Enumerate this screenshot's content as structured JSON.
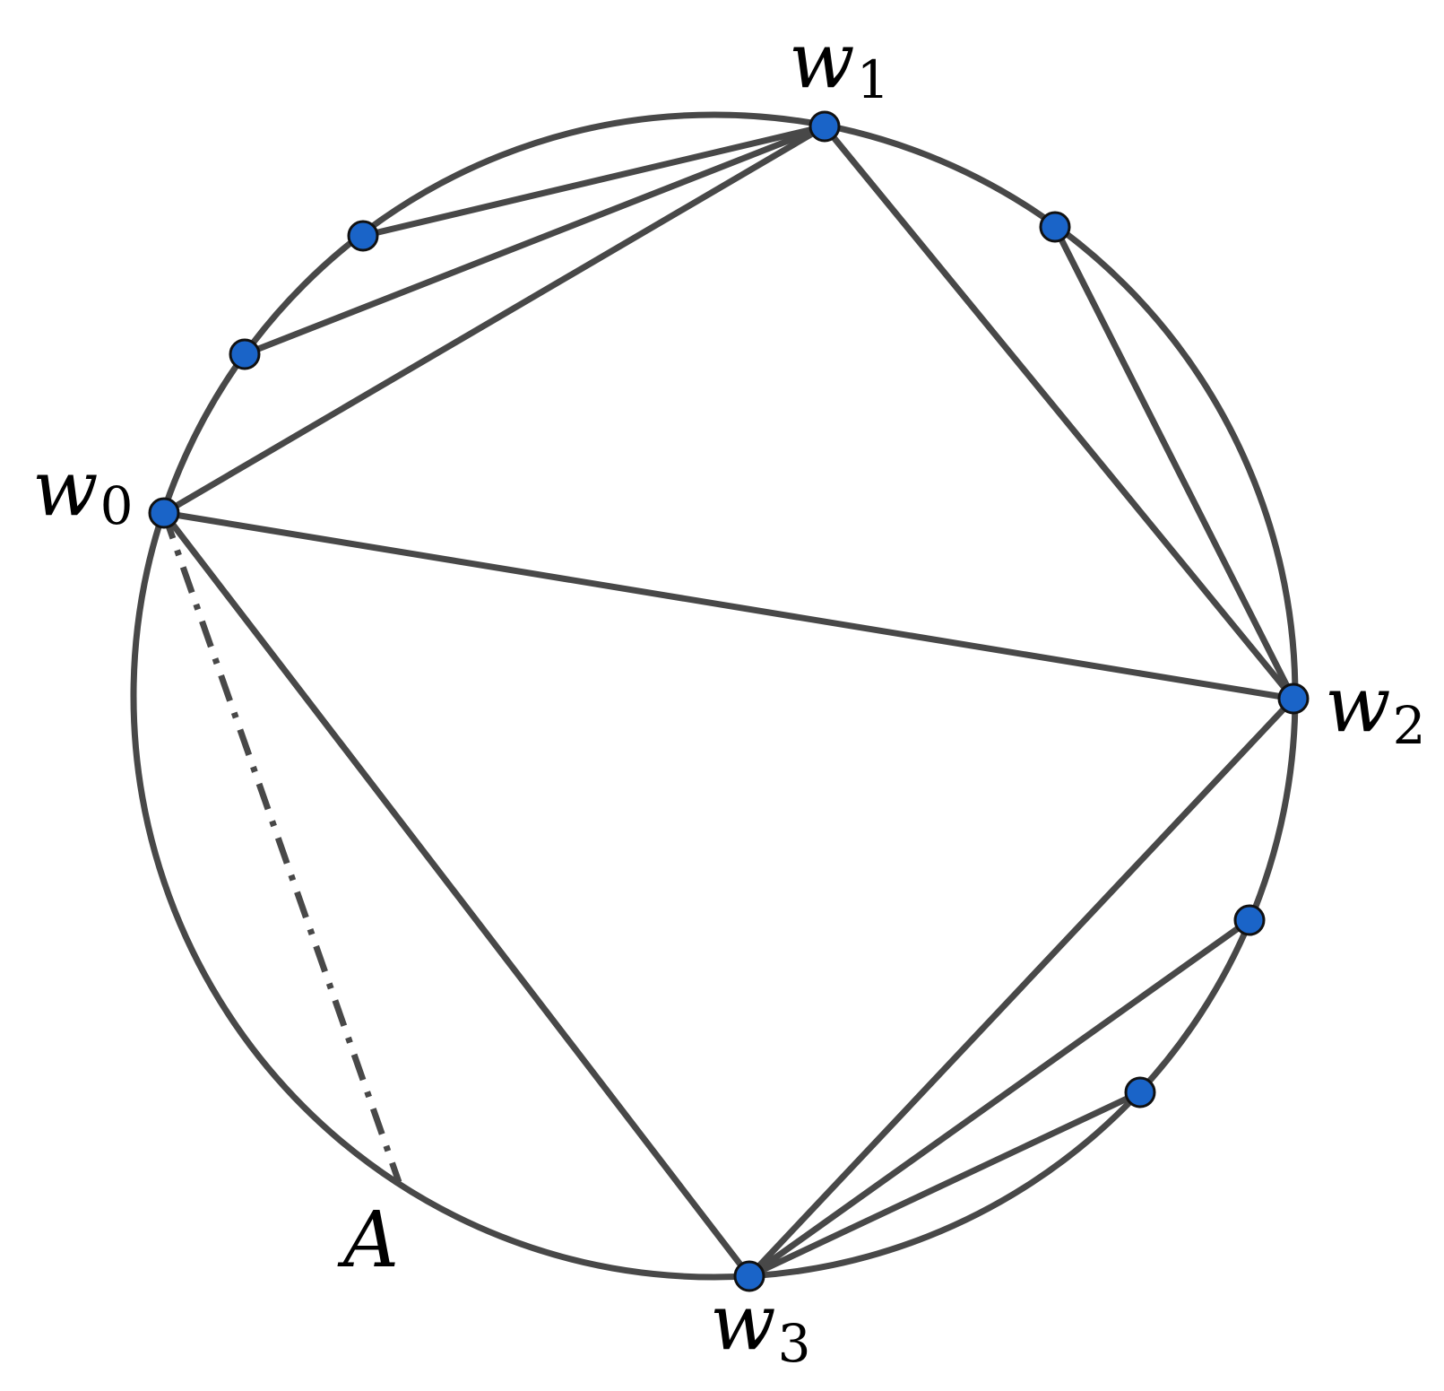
{
  "diagram": {
    "colors": {
      "stroke": "#484848",
      "vertex_fill": "#1a64c8",
      "vertex_stroke": "#111111",
      "background": "#ffffff"
    },
    "labels": {
      "w0": {
        "main": "w",
        "sub": "0"
      },
      "w1": {
        "main": "w",
        "sub": "1"
      },
      "w2": {
        "main": "w",
        "sub": "2"
      },
      "w3": {
        "main": "w",
        "sub": "3"
      },
      "A": {
        "main": "A"
      }
    }
  }
}
